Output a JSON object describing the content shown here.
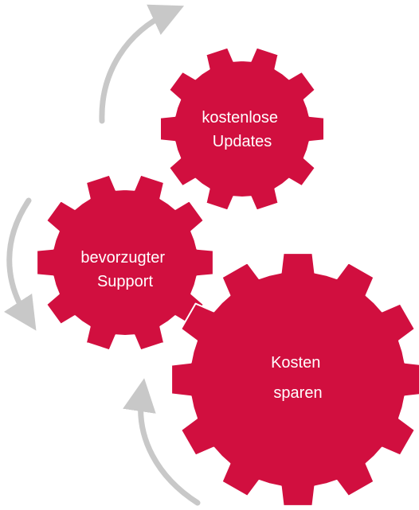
{
  "diagram": {
    "colors": {
      "gear": "#d10f3f",
      "arrow": "#c8c8c8",
      "label": "#ffffff"
    },
    "gears": [
      {
        "id": "kostenlose-updates",
        "lines": [
          "kostenlose",
          "Updates"
        ]
      },
      {
        "id": "bevorzugter-support",
        "lines": [
          "bevorzugter",
          "Support"
        ]
      },
      {
        "id": "kosten-sparen",
        "lines": [
          "Kosten",
          "sparen"
        ]
      }
    ],
    "arrows": [
      {
        "id": "arrow-top",
        "icon": "curved-arrow-icon"
      },
      {
        "id": "arrow-left",
        "icon": "curved-arrow-icon"
      },
      {
        "id": "arrow-bottom",
        "icon": "curved-arrow-icon"
      }
    ]
  }
}
